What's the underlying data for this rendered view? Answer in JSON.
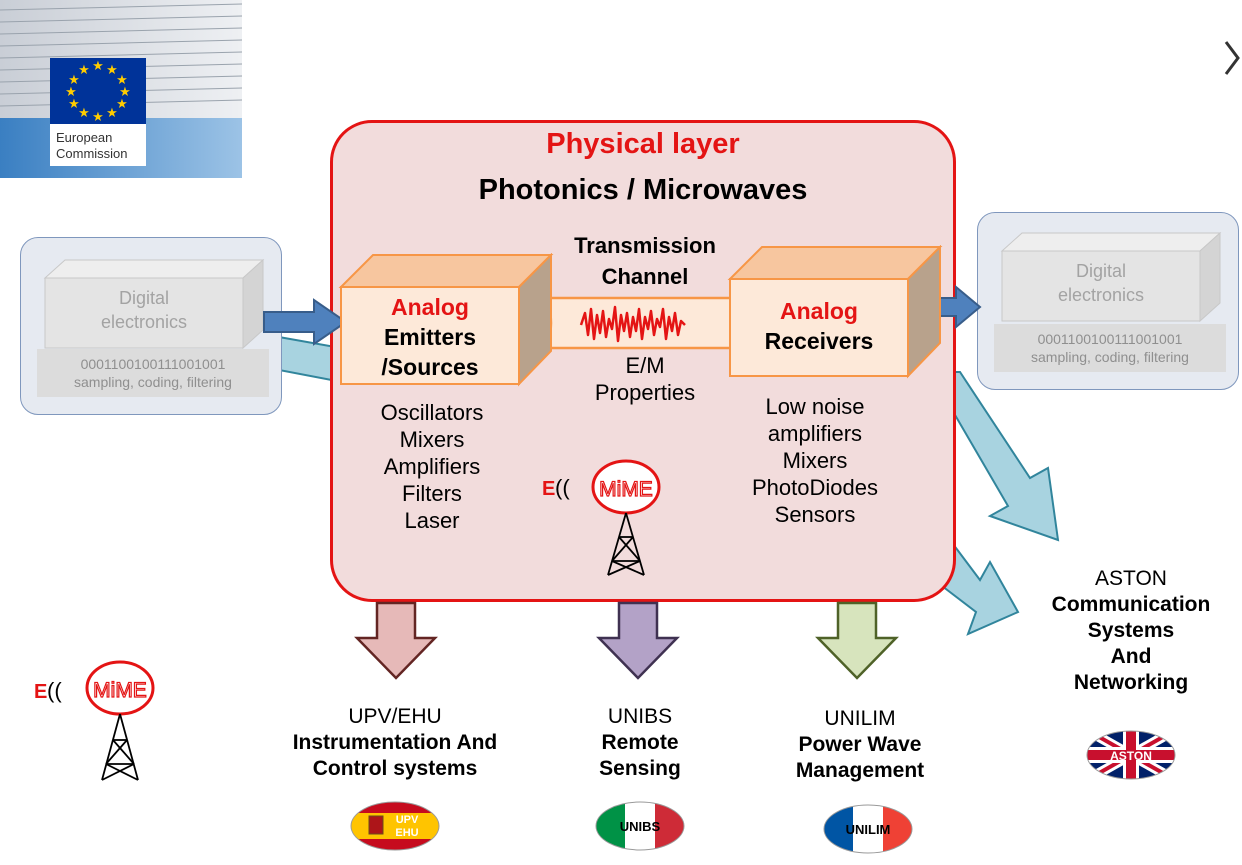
{
  "logo": {
    "eu_text_line1": "European",
    "eu_text_line2": "Commission"
  },
  "physical_layer": {
    "title_red": "Physical layer",
    "title_black": "Photonics / Microwaves"
  },
  "digital_left": {
    "title_line1": "Digital",
    "title_line2": "electronics",
    "bits": "0001100100111001001",
    "processing": "sampling, coding, filtering"
  },
  "digital_right": {
    "title_line1": "Digital",
    "title_line2": "electronics",
    "bits": "0001100100111001001",
    "processing": "sampling, coding, filtering"
  },
  "emitter": {
    "line1": "Analog",
    "line2": "Emitters",
    "line3": "/Sources",
    "components": [
      "Oscillators",
      "Mixers",
      "Amplifiers",
      "Filters",
      "Laser"
    ]
  },
  "channel": {
    "title_line1": "Transmission",
    "title_line2": "Channel",
    "props_line1": "E/M",
    "props_line2": "Properties"
  },
  "receiver": {
    "line1": "Analog",
    "line2": "Receivers",
    "components": [
      "Low noise",
      "amplifiers",
      "Mixers",
      "PhotoDiodes",
      "Sensors"
    ]
  },
  "mime_logo": {
    "e_letter": "E",
    "waves": "((",
    "word": "MiME"
  },
  "partners": {
    "upv": {
      "name": "UPV/EHU",
      "line1": "Instrumentation And",
      "line2": "Control systems",
      "flag_line1": "UPV",
      "flag_line2": "EHU"
    },
    "unibs": {
      "name": "UNIBS",
      "line1": "Remote",
      "line2": "Sensing",
      "flag_label": "UNIBS"
    },
    "unilim": {
      "name": "UNILIM",
      "line1": "Power Wave",
      "line2": "Management",
      "flag_label": "UNILIM"
    },
    "aston": {
      "name": "ASTON",
      "line1": "Communication",
      "line2": "Systems",
      "line3": "And",
      "line4": "Networking",
      "flag_label": "ASTON"
    }
  },
  "colors": {
    "accent_red": "#e41414",
    "box_fill": "#f2dcdc",
    "block_orange": "#f79646",
    "blue_arrow": "#4f81bd",
    "light_blue_arrow": "#a8d3e0",
    "arrow_upv": "#e6b9b8",
    "arrow_unibs": "#b3a2c7",
    "arrow_unilim": "#d7e4bd"
  }
}
